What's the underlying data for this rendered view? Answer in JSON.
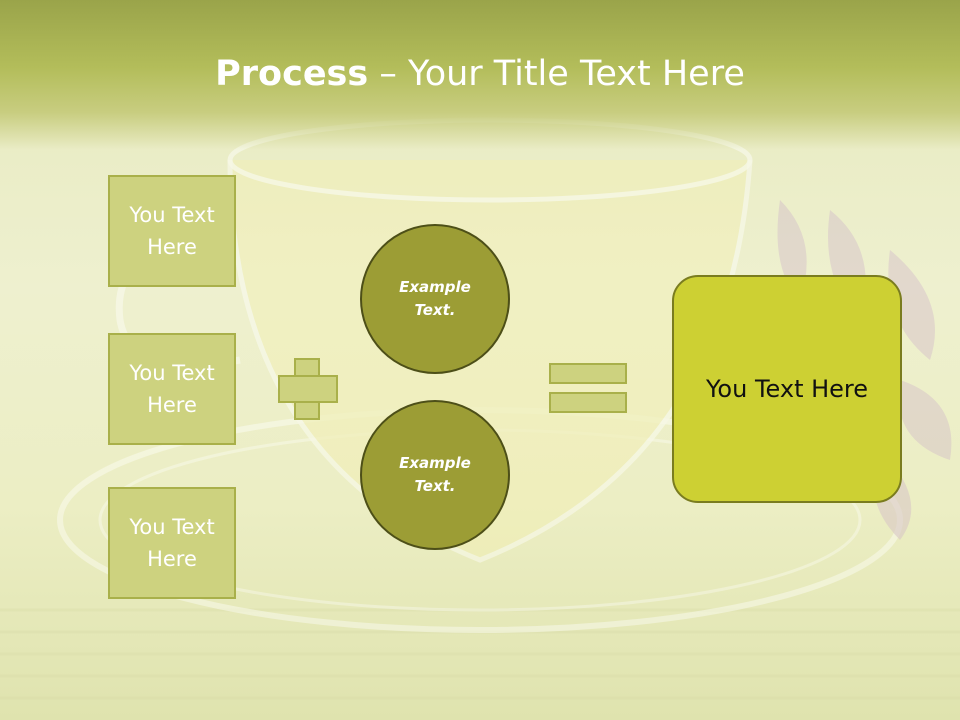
{
  "title": {
    "bold": "Process",
    "rest": " – Your Title Text Here"
  },
  "left_boxes": [
    {
      "label": "You Text Here"
    },
    {
      "label": "You Text Here"
    },
    {
      "label": "You Text Here"
    }
  ],
  "circles": [
    {
      "label": "Example Text."
    },
    {
      "label": "Example Text."
    }
  ],
  "result": {
    "label": "You Text Here"
  },
  "colors": {
    "title_band": "#b3bd5a",
    "box_fill": "#cdd27f",
    "circle_fill": "#9c9d35",
    "result_fill": "#cdd033"
  }
}
